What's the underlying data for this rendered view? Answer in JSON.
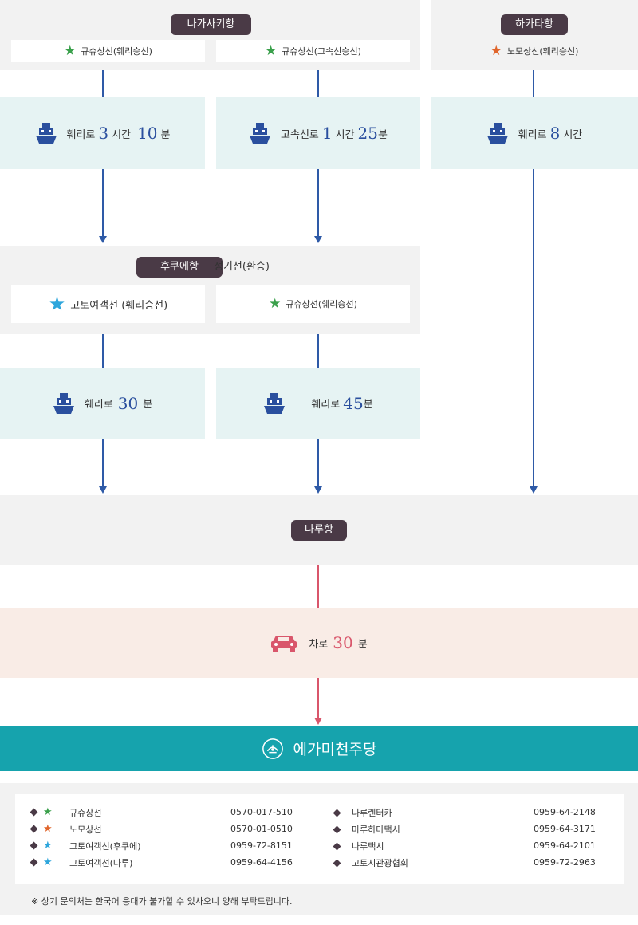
{
  "colors": {
    "green_star": "#3aa04b",
    "orange_star": "#e0652b",
    "blue_star": "#2ea6dc",
    "ship": "#2a4f9e",
    "car": "#d9566b",
    "teal": "#16a3ad"
  },
  "ports": {
    "nagasaki": "나가사키항",
    "hakata": "하카타항",
    "fukue": "후쿠에항",
    "naru": "나루항"
  },
  "row1_routes": [
    {
      "label": "규슈상선(훼리승선)",
      "star": "green"
    },
    {
      "label": "규슈상선(고속선승선)",
      "star": "green"
    },
    {
      "label": "노모상선(훼리승선)",
      "star": "orange"
    }
  ],
  "row1_rides": [
    {
      "pre": "훼리로",
      "n1": "3",
      "u1": "시간",
      "n2": "10",
      "u2": "분"
    },
    {
      "pre": "고속선로",
      "n1": "1",
      "u1": "시간",
      "n2": "25",
      "u2": "분"
    },
    {
      "pre": "훼리로",
      "n1": "8",
      "u1": "시간",
      "n2": "",
      "u2": ""
    }
  ],
  "fukue_note": "정기선(환승)",
  "row2_routes": [
    {
      "label": "고토여객선 (훼리승선)",
      "star": "blue"
    },
    {
      "label": "규슈상선(훼리승선)",
      "star": "green"
    }
  ],
  "row2_rides": [
    {
      "pre": "훼리로",
      "n1": "30",
      "u1": "분"
    },
    {
      "pre": "훼리로",
      "n1": "45",
      "u1": "분"
    }
  ],
  "car_ride": {
    "pre": "차로",
    "n1": "30",
    "u1": "분"
  },
  "destination": "에가미천주당",
  "contacts_left": [
    {
      "name": "규슈상선",
      "star": "green",
      "phone": "0570-017-510"
    },
    {
      "name": "노모상선",
      "star": "orange",
      "phone": "0570-01-0510"
    },
    {
      "name": "고토여객선(후쿠에)",
      "star": "blue",
      "phone": "0959-72-8151"
    },
    {
      "name": "고토여객선(나루)",
      "star": "blue",
      "phone": "0959-64-4156"
    }
  ],
  "contacts_right": [
    {
      "name": "나루렌터카",
      "phone": "0959-64-2148"
    },
    {
      "name": "마루하마택시",
      "phone": "0959-64-3171"
    },
    {
      "name": "나루택시",
      "phone": "0959-64-2101"
    },
    {
      "name": "고토시관광협회",
      "phone": "0959-72-2963"
    }
  ],
  "footnote": "※ 상기 문의처는 한국어 응대가 불가할 수 있사오니 양해 부탁드립니다."
}
